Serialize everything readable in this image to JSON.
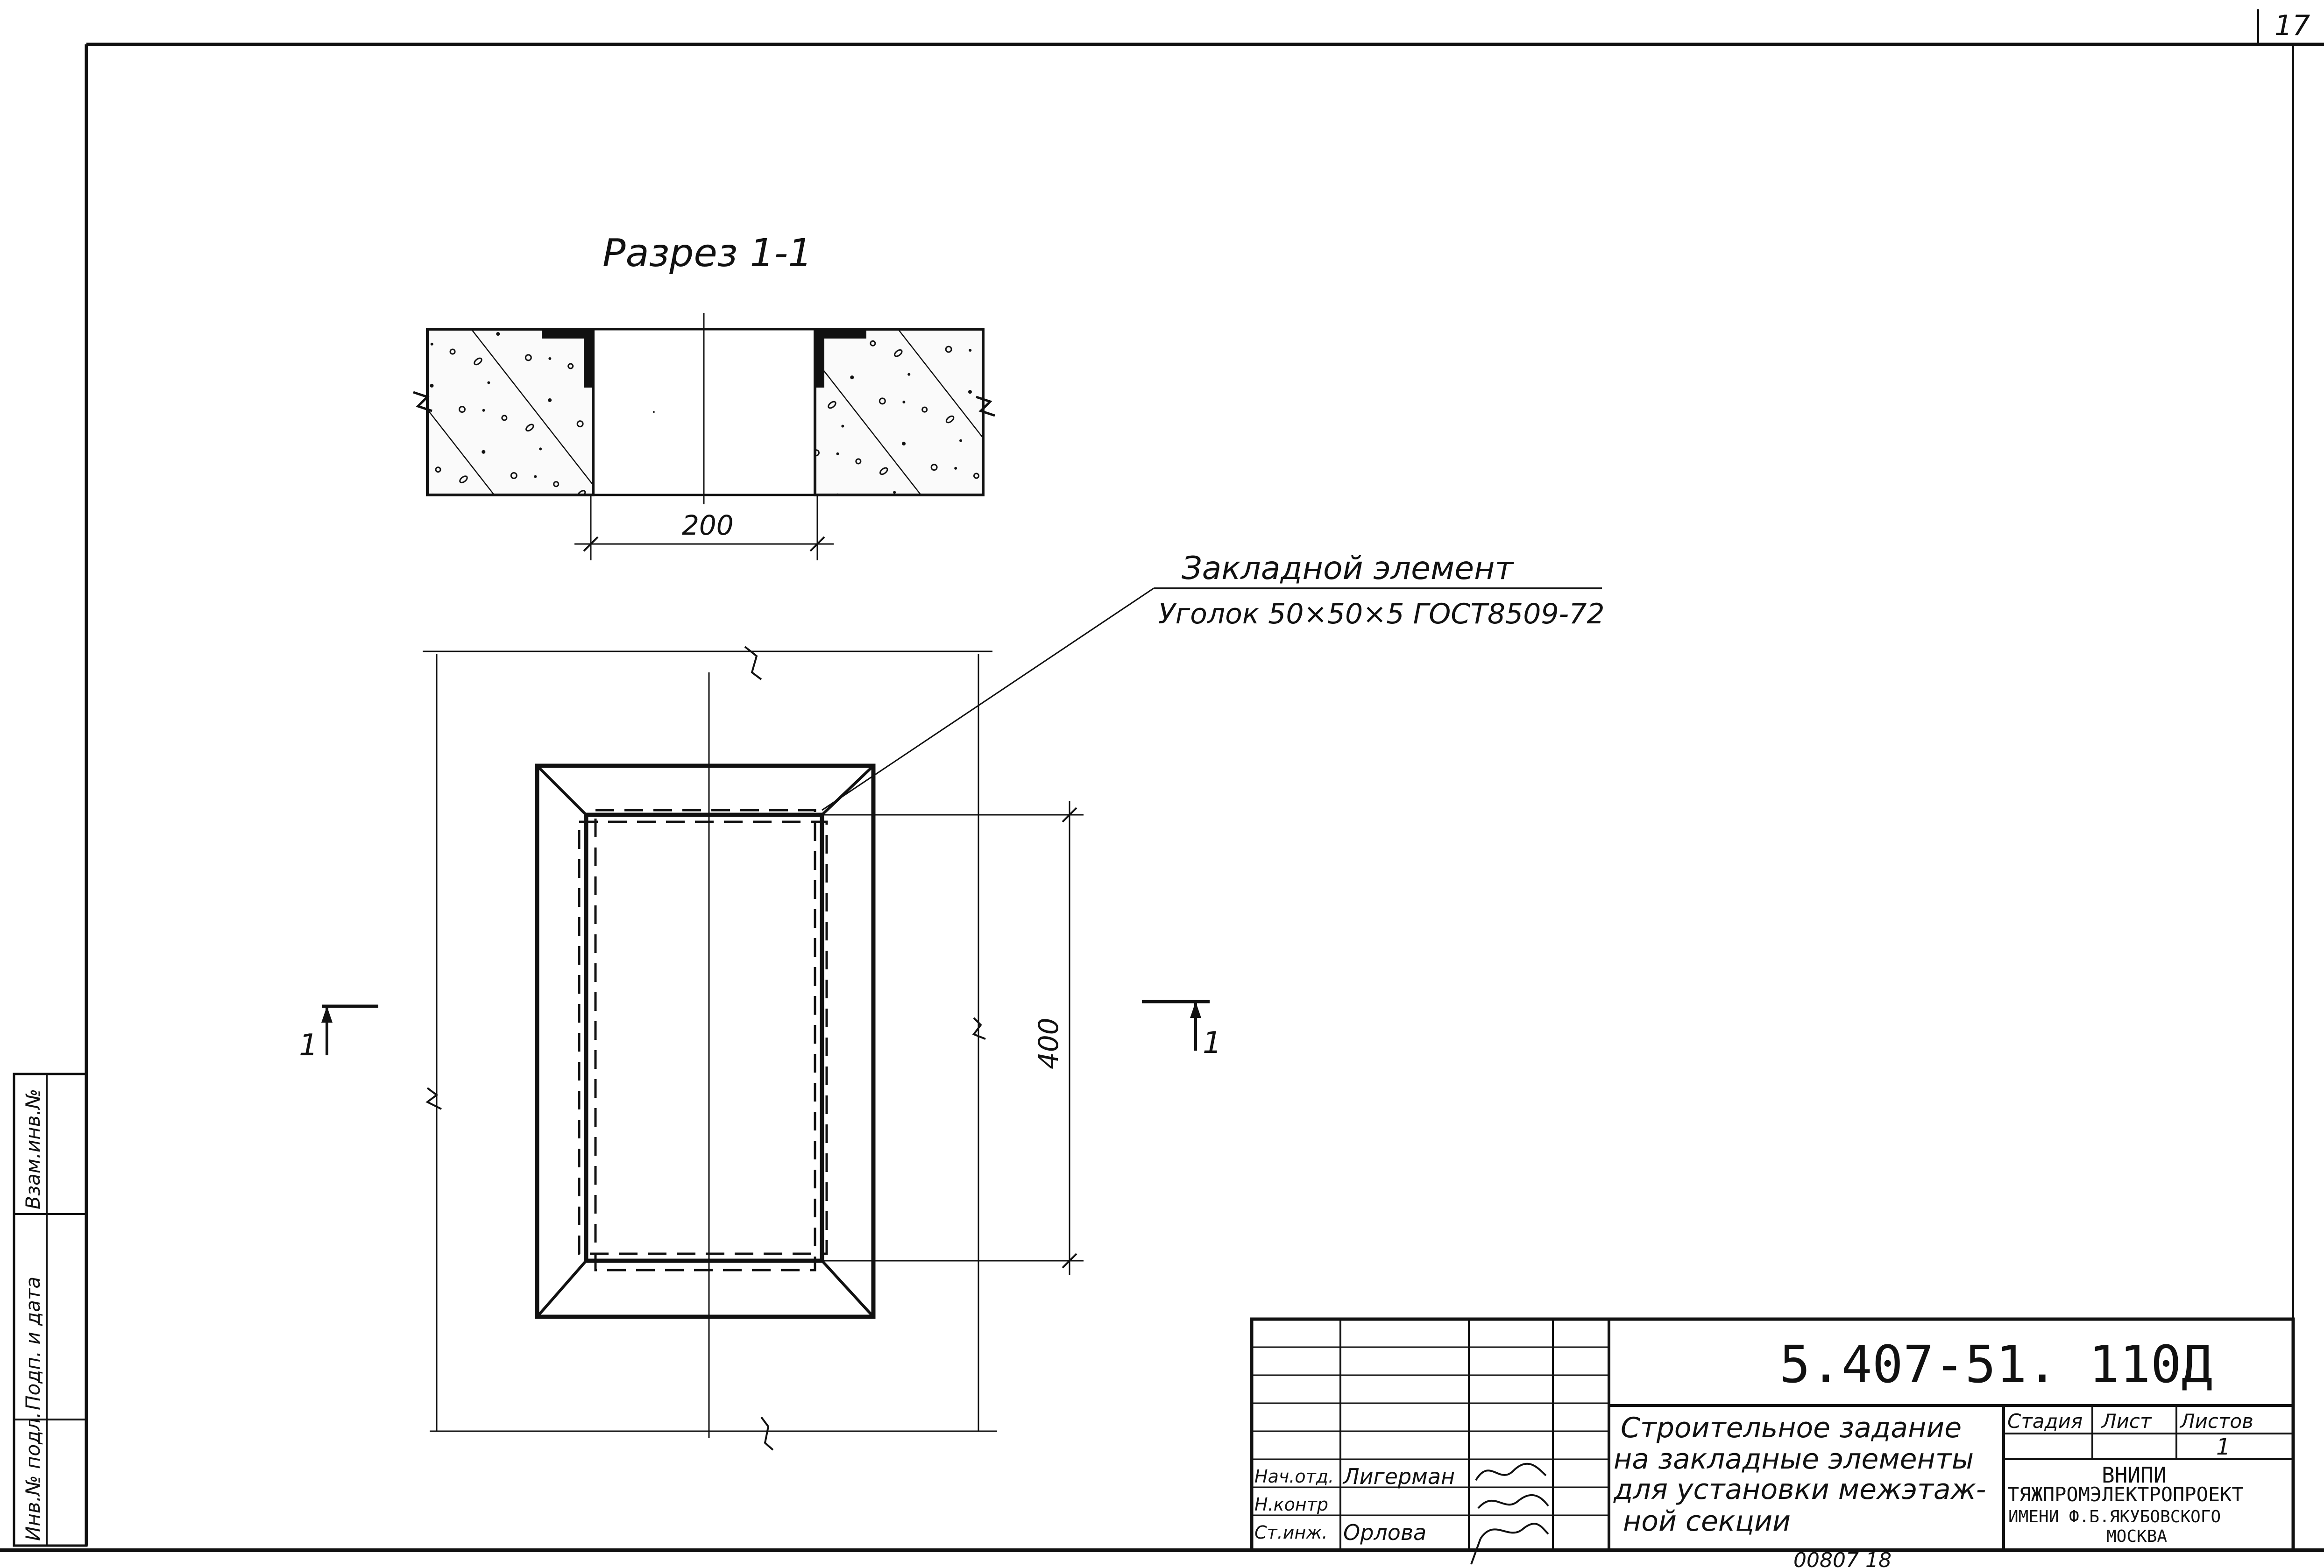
{
  "sheet_corner_number": "17",
  "section_title": "Разрез 1-1",
  "section_width_dim": "200",
  "plan_height_dim": "400",
  "callout": {
    "line1": "Закладной элемент",
    "line2": "Уголок 50×50×5 ГОСТ8509-72"
  },
  "cut_marks": {
    "left": "1",
    "right": "1"
  },
  "side_stamp": {
    "cell1": "Инв.№ подл.",
    "cell2": "Подп. и дата",
    "cell3": "Взам.инв.№"
  },
  "title_block": {
    "code": "5.407-51. 110Д",
    "title_lines": [
      "Строительное задание",
      "на закладные элементы",
      "для установки межэтаж-",
      "ной секции"
    ],
    "col_stage": "Стадия",
    "col_sheet": "Лист",
    "col_sheets": "Листов",
    "sheets_value": "1",
    "signatories": [
      {
        "role": "Нач.отд.",
        "name": "Лигерман"
      },
      {
        "role": "Н.контр",
        "name": ""
      },
      {
        "role": "Ст.инж.",
        "name": "Орлова"
      }
    ],
    "org_lines": [
      "ВНИПИ",
      "ТЯЖПРОМЭЛЕКТРОПРОЕКТ",
      "ИМЕНИ Ф.Б.ЯКУБОВСКОГО",
      "МОСКВА"
    ]
  },
  "bottom_text": "00807 18"
}
